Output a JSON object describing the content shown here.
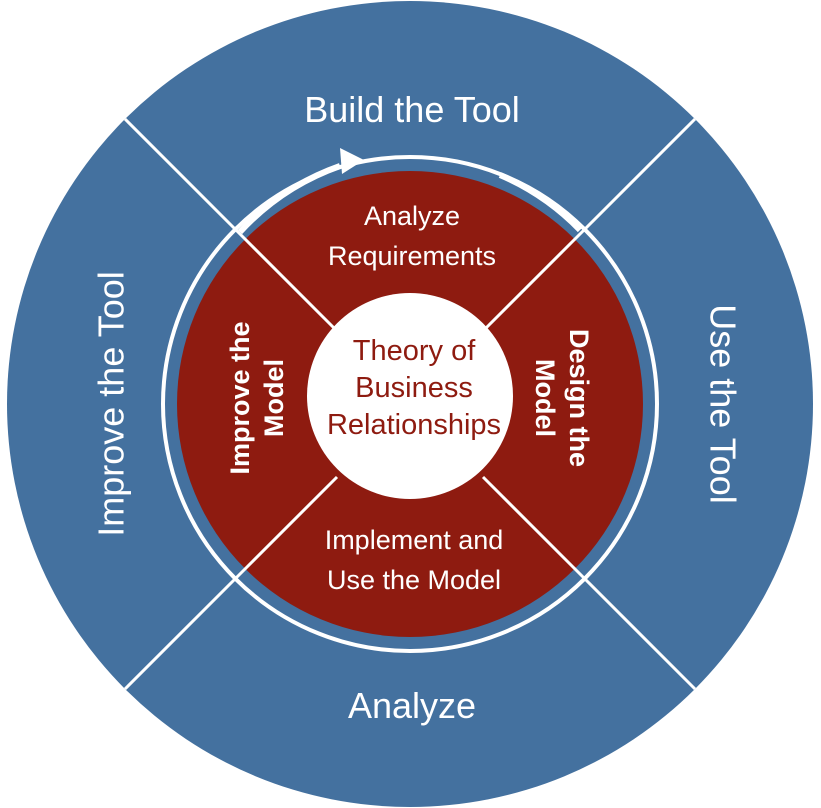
{
  "colors": {
    "outer_ring": "#44719f",
    "inner_ring": "#8e1b10",
    "divider": "#ffffff",
    "center_fill": "#ffffff",
    "center_text": "#8e1b10",
    "label_text": "#ffffff"
  },
  "outer_ring": {
    "top": "Build the Tool",
    "right": "Use the Tool",
    "bottom": "Analyze",
    "left": "Improve the Tool"
  },
  "inner_ring": {
    "top": [
      "Analyze",
      "Requirements"
    ],
    "right": [
      "Design the",
      "Model"
    ],
    "bottom": [
      "Implement and",
      "Use the Model"
    ],
    "left": [
      "Improve the",
      "Model"
    ]
  },
  "center": {
    "lines": [
      "Theory of",
      "Business",
      "Relationships"
    ]
  },
  "cycle_arrow": {
    "direction": "clockwise",
    "icon": "cycle-arrow-icon"
  }
}
